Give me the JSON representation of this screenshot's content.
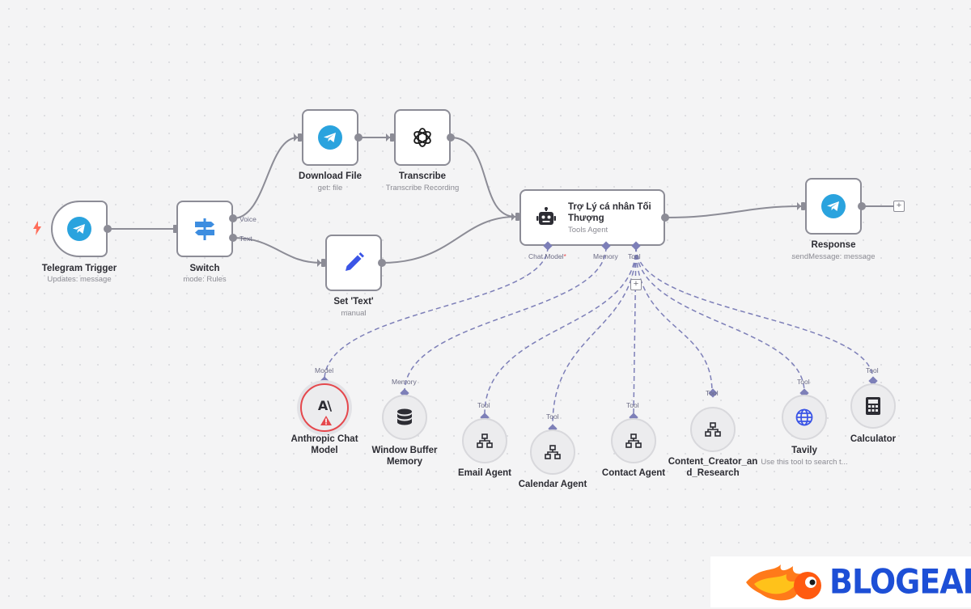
{
  "canvas": {
    "background": "#f4f4f5",
    "edge_color": "#8c8c96",
    "sub_edge_color": "#7d7fb8",
    "telegram_color": "#2aa3de",
    "error_color": "#e5484d"
  },
  "nodes": {
    "telegram_trigger": {
      "title": "Telegram Trigger",
      "subtitle": "Updates: message"
    },
    "switch": {
      "title": "Switch",
      "subtitle": "mode: Rules",
      "outputs": [
        "Voice",
        "Text"
      ]
    },
    "download_file": {
      "title": "Download File",
      "subtitle": "get: file"
    },
    "transcribe": {
      "title": "Transcribe",
      "subtitle": "Transcribe Recording"
    },
    "set_text": {
      "title": "Set 'Text'",
      "subtitle": "manual"
    },
    "agent": {
      "title": "Trợ Lý cá nhân Tối Thượng",
      "subtitle": "Tools Agent",
      "ports": {
        "chat_model": "Chat Model",
        "chat_model_required": "*",
        "memory": "Memory",
        "tool": "Tool"
      }
    },
    "response": {
      "title": "Response",
      "subtitle": "sendMessage: message"
    }
  },
  "sub_nodes": [
    {
      "name": "anthropic",
      "title": "Anthropic Chat Model",
      "port": "Model",
      "icon": "anthropic-icon",
      "warning": true
    },
    {
      "name": "memory",
      "title": "Window Buffer Memory",
      "port": "Memory",
      "icon": "database-icon"
    },
    {
      "name": "email",
      "title": "Email Agent",
      "port": "Tool",
      "icon": "workflow-icon"
    },
    {
      "name": "calendar",
      "title": "Calendar Agent",
      "port": "Tool",
      "icon": "workflow-icon"
    },
    {
      "name": "contact",
      "title": "Contact Agent",
      "port": "Tool",
      "icon": "workflow-icon"
    },
    {
      "name": "content",
      "title": "Content_Creator_and_Research",
      "title_line1": "Content_Creator_an",
      "title_line2": "d_Research",
      "port": "Tool",
      "icon": "workflow-icon"
    },
    {
      "name": "tavily",
      "title": "Tavily",
      "subtitle": "Use this tool to search t...",
      "port": "Tool",
      "icon": "globe-icon"
    },
    {
      "name": "calculator",
      "title": "Calculator",
      "port": "Tool",
      "icon": "calculator-icon"
    }
  ],
  "watermark": {
    "text": "BLOGEAI"
  }
}
